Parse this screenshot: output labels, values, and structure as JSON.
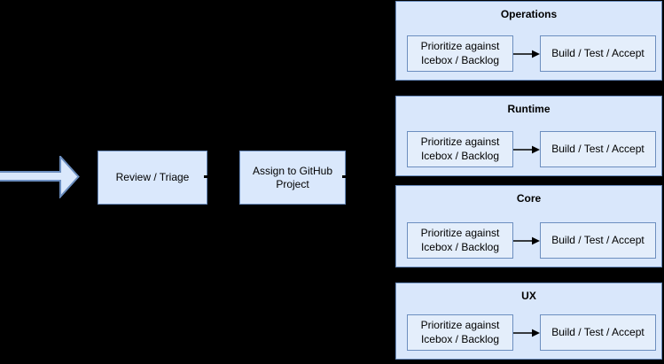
{
  "colors": {
    "background": "#000000",
    "shape_fill": "#dae8fc",
    "shape_stroke": "#6c8ebf",
    "lane_fill": "#d9e7fb",
    "step_fill": "#e4eefb",
    "connector": "#000000",
    "text": "#000000"
  },
  "flow": {
    "nodes": [
      {
        "label": "Review / Triage"
      },
      {
        "label": "Assign to GitHub Project"
      }
    ]
  },
  "lanes": [
    {
      "title": "Operations",
      "steps": [
        "Prioritize against Icebox / Backlog",
        "Build / Test / Accept"
      ]
    },
    {
      "title": "Runtime",
      "steps": [
        "Prioritize against Icebox / Backlog",
        "Build / Test / Accept"
      ]
    },
    {
      "title": "Core",
      "steps": [
        "Prioritize against Icebox / Backlog",
        "Build / Test / Accept"
      ]
    },
    {
      "title": "UX",
      "steps": [
        "Prioritize against Icebox / Backlog",
        "Build / Test / Accept"
      ]
    }
  ]
}
